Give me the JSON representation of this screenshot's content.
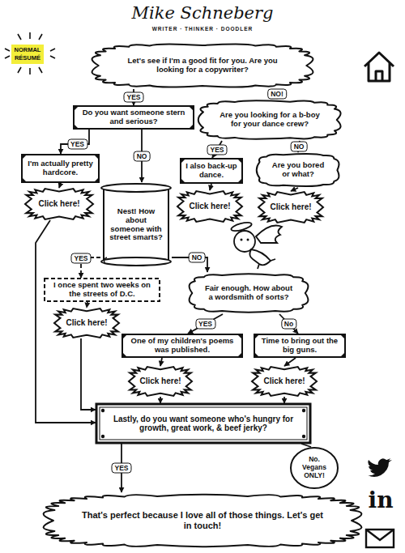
{
  "diagram": {
    "title": "Mike Schneberg",
    "nodes": [
      {
        "text": [
          "Let's see if I'm a good fit for you. Are you looking for a copywriter?"
        ]
      },
      {
        "text": [
          "Do you want someone stern and serious?"
        ]
      },
      {
        "text": [
          "Are you looking for a b-boy for your dance crew?"
        ]
      },
      {
        "text": [
          "I'm actually pretty hardcore."
        ]
      },
      {
        "text": [
          "Click here!"
        ]
      },
      {
        "text": [
          "Nest! How about someone with street smarts?"
        ]
      },
      {
        "text": [
          "I also back-up dance."
        ]
      },
      {
        "text": [
          "Click here!"
        ]
      },
      {
        "text": [
          "Are you bored or what?"
        ]
      },
      {
        "text": [
          "Click here!"
        ]
      },
      {
        "text": [
          "I once spent two weeks on the streets of D.C."
        ]
      },
      {
        "text": [
          "Fair enough. How about a wordsmith of sorts?"
        ]
      },
      {
        "text": [
          "Click here!"
        ]
      },
      {
        "text": [
          "One of my children's poems was published."
        ]
      },
      {
        "text": [
          "Time to bring out the big guns."
        ]
      },
      {
        "text": [
          "Click here!"
        ]
      },
      {
        "text": [
          "Click here!"
        ]
      },
      {
        "text": [
          "Lastly, do you want someone who's hungry for growth, great work, & beef jerky?"
        ]
      },
      {
        "text": [
          "No. Vegans ONLY!"
        ]
      },
      {
        "text": [
          "That's perfect because I love all of those things. Let's get in touch!"
        ]
      }
    ],
    "edges": [
      {
        "from": 0,
        "to": 1,
        "label": "YES",
        "arrow": "to"
      },
      {
        "from": 0,
        "to": 2,
        "label": "NO!",
        "arrow": "to"
      },
      {
        "from": 1,
        "to": 3,
        "label": "YES",
        "arrow": "to"
      },
      {
        "from": 1,
        "to": 5,
        "label": "NO",
        "arrow": "to"
      },
      {
        "from": 2,
        "to": 6,
        "label": "YES",
        "arrow": "to"
      },
      {
        "from": 2,
        "to": 8,
        "label": "NO",
        "arrow": "to"
      },
      {
        "from": 3,
        "to": 4,
        "arrow": "to"
      },
      {
        "from": 6,
        "to": 7,
        "arrow": "to"
      },
      {
        "from": 8,
        "to": 9,
        "arrow": "to"
      },
      {
        "from": 5,
        "to": 10,
        "label": "YES",
        "arrow": "to"
      },
      {
        "from": 5,
        "to": 11,
        "label": "NO",
        "arrow": "to"
      },
      {
        "from": 10,
        "to": 12,
        "arrow": "to"
      },
      {
        "from": 11,
        "to": 13,
        "label": "YES",
        "arrow": "to"
      },
      {
        "from": 11,
        "to": 14,
        "label": "No",
        "arrow": "to"
      },
      {
        "from": 13,
        "to": 15,
        "arrow": "to"
      },
      {
        "from": 14,
        "to": 16,
        "arrow": "to"
      },
      {
        "from": 4,
        "to": 17,
        "arrow": "to"
      },
      {
        "from": 12,
        "to": 17,
        "arrow": "to"
      },
      {
        "from": 15,
        "to": 17,
        "arrow": "to"
      },
      {
        "from": 16,
        "to": 17,
        "arrow": "to"
      },
      {
        "from": 17,
        "to": 19,
        "label": "YES",
        "arrow": "to"
      },
      {
        "from": 17,
        "to": 18,
        "arrow": "none"
      }
    ],
    "labels": [
      "WRITER · THINKER · DOODLER",
      "NORMAL RÉSUMÉ",
      "in"
    ]
  }
}
